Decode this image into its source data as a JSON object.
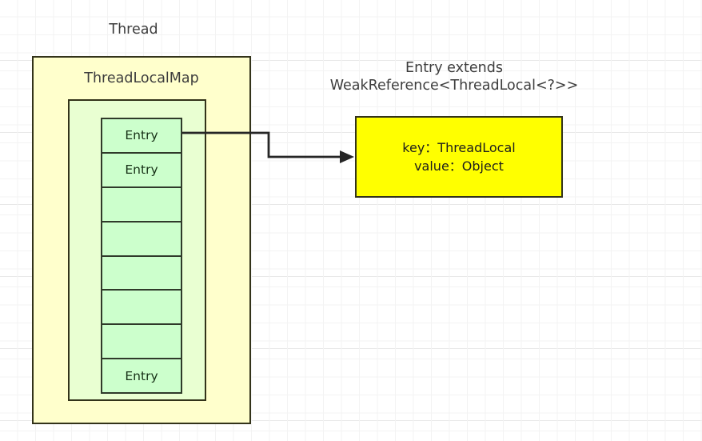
{
  "diagram": {
    "title_labels": {
      "thread": "Thread",
      "thread_local_map": "ThreadLocalMap",
      "entry_extends_line1": "Entry extends",
      "entry_extends_line2": "WeakReference<ThreadLocal<?>>"
    },
    "colors": {
      "thread_box_fill": "#FFFFCC",
      "thread_local_map_fill": "#E9FFD2",
      "entry_cell_fill": "#CCFFCC",
      "entry_detail_fill": "#FFFF00",
      "border": "#33331A",
      "text": "#3D3D3D",
      "grid_minor": "#F3F3F3",
      "grid_major": "#E8E8E8"
    },
    "entry_table": {
      "cell_count": 8,
      "cells": [
        {
          "label": "Entry",
          "occupied": true
        },
        {
          "label": "Entry",
          "occupied": true
        },
        {
          "label": "",
          "occupied": false
        },
        {
          "label": "",
          "occupied": false
        },
        {
          "label": "",
          "occupied": false
        },
        {
          "label": "",
          "occupied": false
        },
        {
          "label": "",
          "occupied": false
        },
        {
          "label": "Entry",
          "occupied": true
        }
      ]
    },
    "entry_detail": {
      "key_line": "key：ThreadLocal",
      "value_line": "value：Object"
    },
    "connector": {
      "from": "entry-cell-0",
      "to": "entry-detail-box",
      "style": "orthogonal-step-arrow"
    }
  }
}
